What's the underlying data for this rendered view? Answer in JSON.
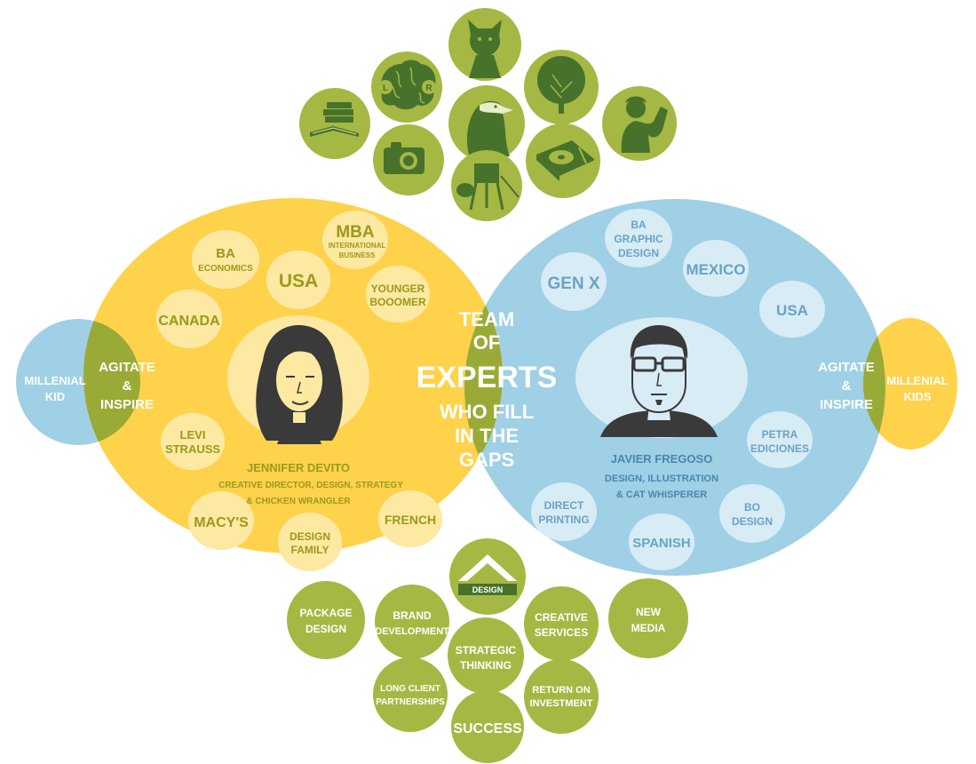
{
  "colors": {
    "yellow": "#ffd24b",
    "yellow_light": "#fde9a2",
    "blue": "#9fd0e5",
    "blue_light": "#d8ecf6",
    "olive": "#a5b843",
    "olive_dark": "#47722c",
    "overlap": "#9aaa37"
  },
  "top_icons": [
    "books-icon",
    "brain-icon",
    "cat-icon",
    "eagle-icon",
    "tree-icon",
    "rosie-riveter-icon",
    "camera-icon",
    "easel-icon",
    "turntable-icon"
  ],
  "brain_letters": {
    "left": "L",
    "right": "R"
  },
  "center": {
    "line1": "TEAM",
    "line2": "OF",
    "line3": "EXPERTS",
    "line4": "WHO FILL",
    "line5": "IN THE",
    "line6": "GAPS"
  },
  "left_person": {
    "name": "JENNIFER DEVITO",
    "role_line1": "CREATIVE DIRECTOR, DESIGN, STRATEGY",
    "role_line2": "& CHICKEN WRANGLER",
    "bubbles": {
      "ba_economics": {
        "l1": "BA",
        "l2": "ECONOMICS"
      },
      "usa": "USA",
      "mba": {
        "l1": "MBA",
        "l2": "INTERNATIONAL",
        "l3": "BUSINESS"
      },
      "canada": "CANADA",
      "younger_boomer": {
        "l1": "YOUNGER",
        "l2": "BOOOMER"
      },
      "levi_strauss": {
        "l1": "LEVI",
        "l2": "STRAUSS"
      },
      "macys": "MACY'S",
      "design_family": {
        "l1": "DESIGN",
        "l2": "FAMILY"
      },
      "french": "FRENCH"
    },
    "agitate": {
      "l1": "AGITATE",
      "l2": "&",
      "l3": "INSPIRE"
    },
    "millenial": {
      "l1": "MILLENIAL",
      "l2": "KID"
    }
  },
  "right_person": {
    "name": "JAVIER FREGOSO",
    "role_line1": "DESIGN, ILLUSTRATION",
    "role_line2": "& CAT WHISPERER",
    "bubbles": {
      "ba_graphic_design": {
        "l1": "BA",
        "l2": "GRAPHIC",
        "l3": "DESIGN"
      },
      "gen_x": "GEN X",
      "mexico": "MEXICO",
      "usa": "USA",
      "petra_ediciones": {
        "l1": "PETRA",
        "l2": "EDICIONES"
      },
      "direct_printing": {
        "l1": "DIRECT",
        "l2": "PRINTING"
      },
      "bo_design": {
        "l1": "BO",
        "l2": "DESIGN"
      },
      "spanish": "SPANISH"
    },
    "agitate": {
      "l1": "AGITATE",
      "l2": "&",
      "l3": "INSPIRE"
    },
    "millenial": {
      "l1": "MILLENIAL",
      "l2": "KIDS"
    }
  },
  "logo": {
    "text": "DESIGN"
  },
  "bottom_bubbles": {
    "package_design": {
      "l1": "PACKAGE",
      "l2": "DESIGN"
    },
    "brand_development": {
      "l1": "BRAND",
      "l2": "DEVELOPMENT"
    },
    "creative_services": {
      "l1": "CREATIVE",
      "l2": "SERVICES"
    },
    "new_media": {
      "l1": "NEW",
      "l2": "MEDIA"
    },
    "strategic_thinking": {
      "l1": "STRATEGIC",
      "l2": "THINKING"
    },
    "long_client_partnerships": {
      "l1": "LONG CLIENT",
      "l2": "PARTNERSHIPS"
    },
    "return_on_investment": {
      "l1": "RETURN ON",
      "l2": "INVESTMENT"
    },
    "success": "SUCCESS"
  }
}
